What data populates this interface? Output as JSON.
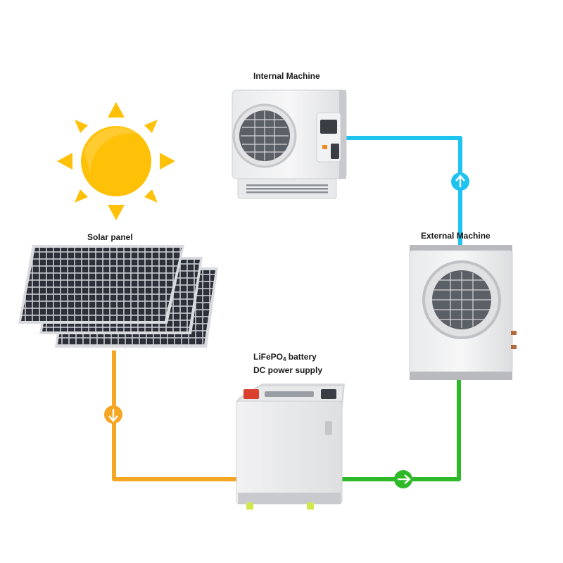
{
  "labels": {
    "internal_machine": "Internal Machine",
    "solar_panel": "Solar panel",
    "external_machine": "External Machine",
    "battery_line1": "LiFePO",
    "battery_sub": "4",
    "battery_line1_rest": " battery",
    "battery_line2": "DC power supply"
  },
  "colors": {
    "sun": "#FFC107",
    "orange_line": "#F5A623",
    "green_line": "#2DB928",
    "blue_line": "#1EC3F0",
    "panel_cell": "#2b2f38",
    "panel_frame": "#c9ccd1",
    "battery_terminal_red": "#d9402e"
  },
  "icons": {
    "sun": "sun-icon",
    "arrow_down": "arrow-down-icon",
    "arrow_up": "arrow-up-icon",
    "arrow_right": "arrow-right-icon"
  }
}
